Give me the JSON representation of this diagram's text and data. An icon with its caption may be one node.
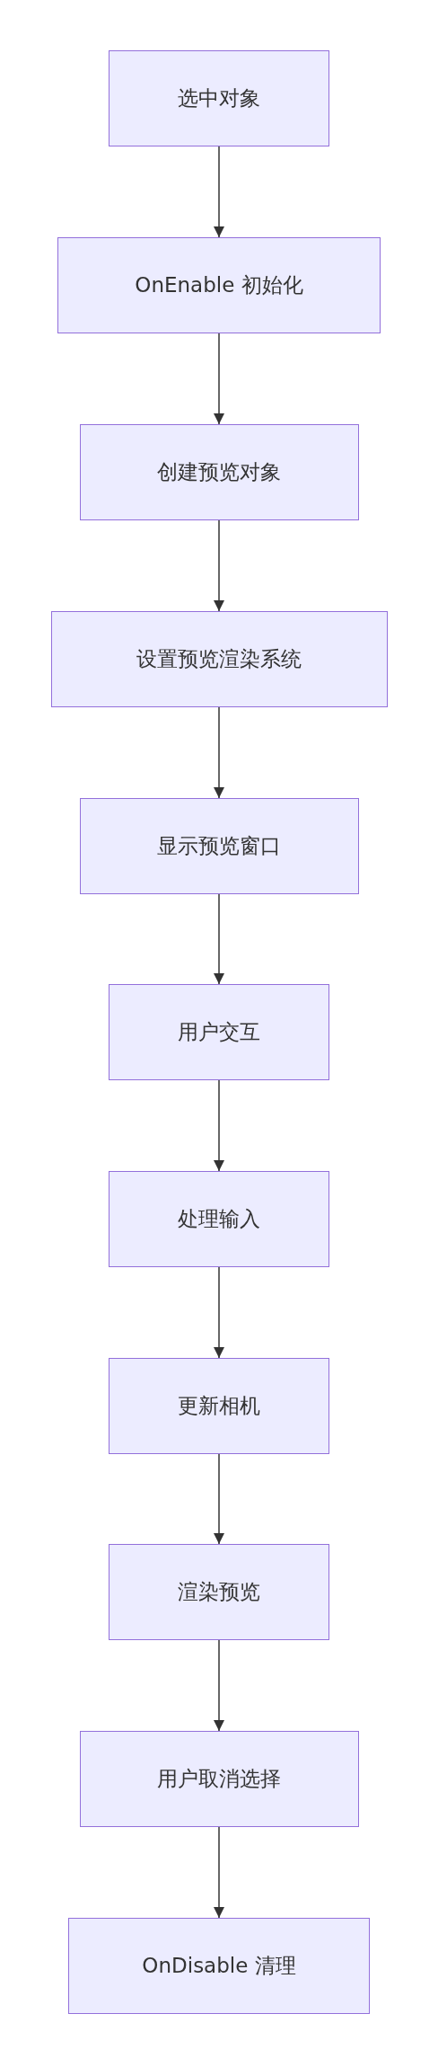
{
  "diagram": {
    "nodes": [
      {
        "text": [
          "选中对象"
        ]
      },
      {
        "text": [
          "OnEnable 初始化"
        ]
      },
      {
        "text": [
          "创建预览对象"
        ]
      },
      {
        "text": [
          "设置预览渲染系统"
        ]
      },
      {
        "text": [
          "显示预览窗口"
        ]
      },
      {
        "text": [
          "用户交互"
        ]
      },
      {
        "text": [
          "处理输入"
        ]
      },
      {
        "text": [
          "更新相机"
        ]
      },
      {
        "text": [
          "渲染预览"
        ]
      },
      {
        "text": [
          "用户取消选择"
        ]
      },
      {
        "text": [
          "OnDisable 清理"
        ]
      }
    ],
    "edges": [
      {
        "from": 0,
        "to": 1,
        "arrow": "to"
      },
      {
        "from": 1,
        "to": 2,
        "arrow": "to"
      },
      {
        "from": 2,
        "to": 3,
        "arrow": "to"
      },
      {
        "from": 3,
        "to": 4,
        "arrow": "to"
      },
      {
        "from": 4,
        "to": 5,
        "arrow": "to"
      },
      {
        "from": 5,
        "to": 6,
        "arrow": "to"
      },
      {
        "from": 6,
        "to": 7,
        "arrow": "to"
      },
      {
        "from": 7,
        "to": 8,
        "arrow": "to"
      },
      {
        "from": 8,
        "to": 9,
        "arrow": "to"
      },
      {
        "from": 9,
        "to": 10,
        "arrow": "to"
      }
    ]
  }
}
